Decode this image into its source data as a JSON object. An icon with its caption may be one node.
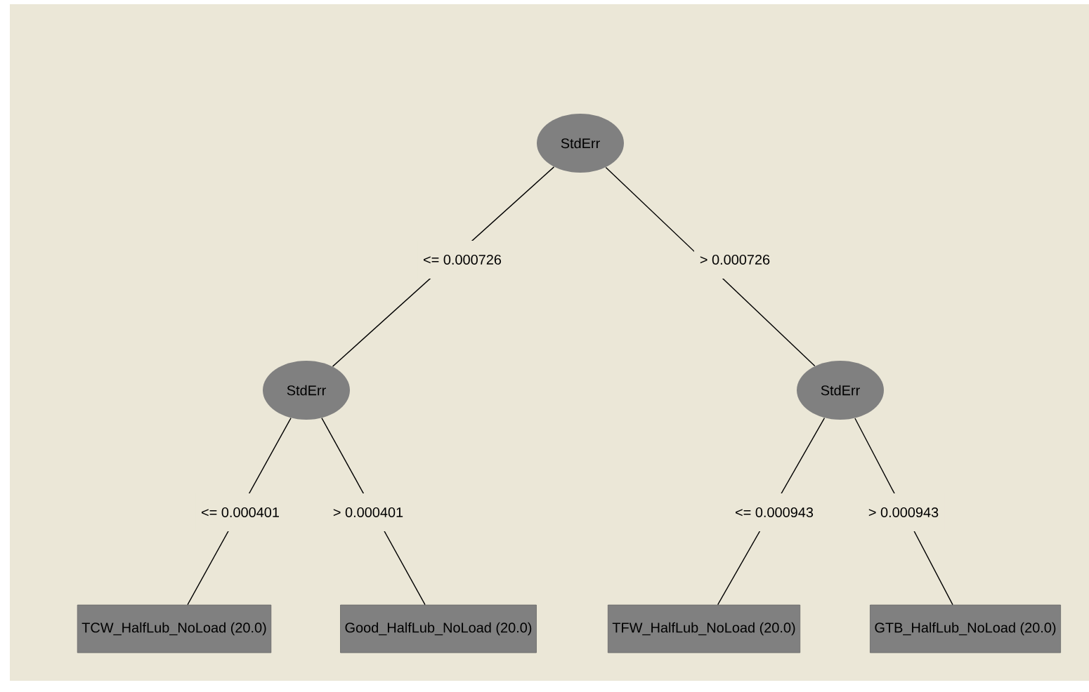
{
  "diagram": {
    "nodes": [
      {
        "text": [
          "StdErr"
        ]
      },
      {
        "text": [
          "StdErr"
        ]
      },
      {
        "text": [
          "StdErr"
        ]
      },
      {
        "text": [
          "TCW_HalfLub_NoLoad (20.0)"
        ]
      },
      {
        "text": [
          "Good_HalfLub_NoLoad (20.0)"
        ]
      },
      {
        "text": [
          "TFW_HalfLub_NoLoad (20.0)"
        ]
      },
      {
        "text": [
          "GTB_HalfLub_NoLoad (20.0)"
        ]
      }
    ],
    "edges": [
      {
        "from": 0,
        "to": 1,
        "arrow": "none",
        "label": "<= 0.000726"
      },
      {
        "from": 0,
        "to": 2,
        "arrow": "none",
        "label": "> 0.000726"
      },
      {
        "from": 1,
        "to": 3,
        "arrow": "none",
        "label": "<= 0.000401"
      },
      {
        "from": 1,
        "to": 4,
        "arrow": "none",
        "label": "> 0.000401"
      },
      {
        "from": 2,
        "to": 5,
        "arrow": "none",
        "label": "<= 0.000943"
      },
      {
        "from": 2,
        "to": 6,
        "arrow": "none",
        "label": "> 0.000943"
      }
    ]
  }
}
